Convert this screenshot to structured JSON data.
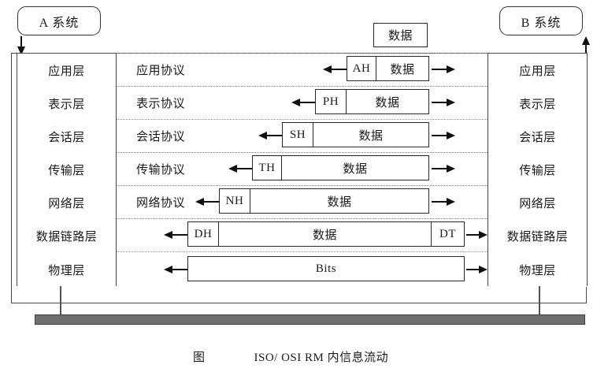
{
  "figure": {
    "caption_prefix": "图",
    "caption_text": "ISO/ OSI RM 内信息流动"
  },
  "systems": {
    "left_label": "A 系统",
    "right_label": "B 系统"
  },
  "layers": [
    {
      "name": "应用层",
      "protocol": "应用协议",
      "header": "AH",
      "payload": "数据",
      "trailer": ""
    },
    {
      "name": "表示层",
      "protocol": "表示协议",
      "header": "PH",
      "payload": "数据",
      "trailer": ""
    },
    {
      "name": "会话层",
      "protocol": "会话协议",
      "header": "SH",
      "payload": "数据",
      "trailer": ""
    },
    {
      "name": "传输层",
      "protocol": "传输协议",
      "header": "TH",
      "payload": "数据",
      "trailer": ""
    },
    {
      "name": "网络层",
      "protocol": "网络协议",
      "header": "NH",
      "payload": "数据",
      "trailer": ""
    },
    {
      "name": "数据链路层",
      "protocol": "",
      "header": "DH",
      "payload": "数据",
      "trailer": "DT"
    },
    {
      "name": "物理层",
      "protocol": "",
      "header": "",
      "payload": "Bits",
      "trailer": ""
    }
  ],
  "right_layers": [
    "应用层",
    "表示层",
    "会话层",
    "传输层",
    "网络层",
    "数据链路层",
    "物理层"
  ],
  "top_data_box": "数据",
  "colors": {
    "line": "#4a4a4a",
    "box_border": "#2a2a2a",
    "dotted_rule": "#8d8d8d",
    "medium_bar": "#6f6f6f",
    "text": "#1a1a1a"
  }
}
